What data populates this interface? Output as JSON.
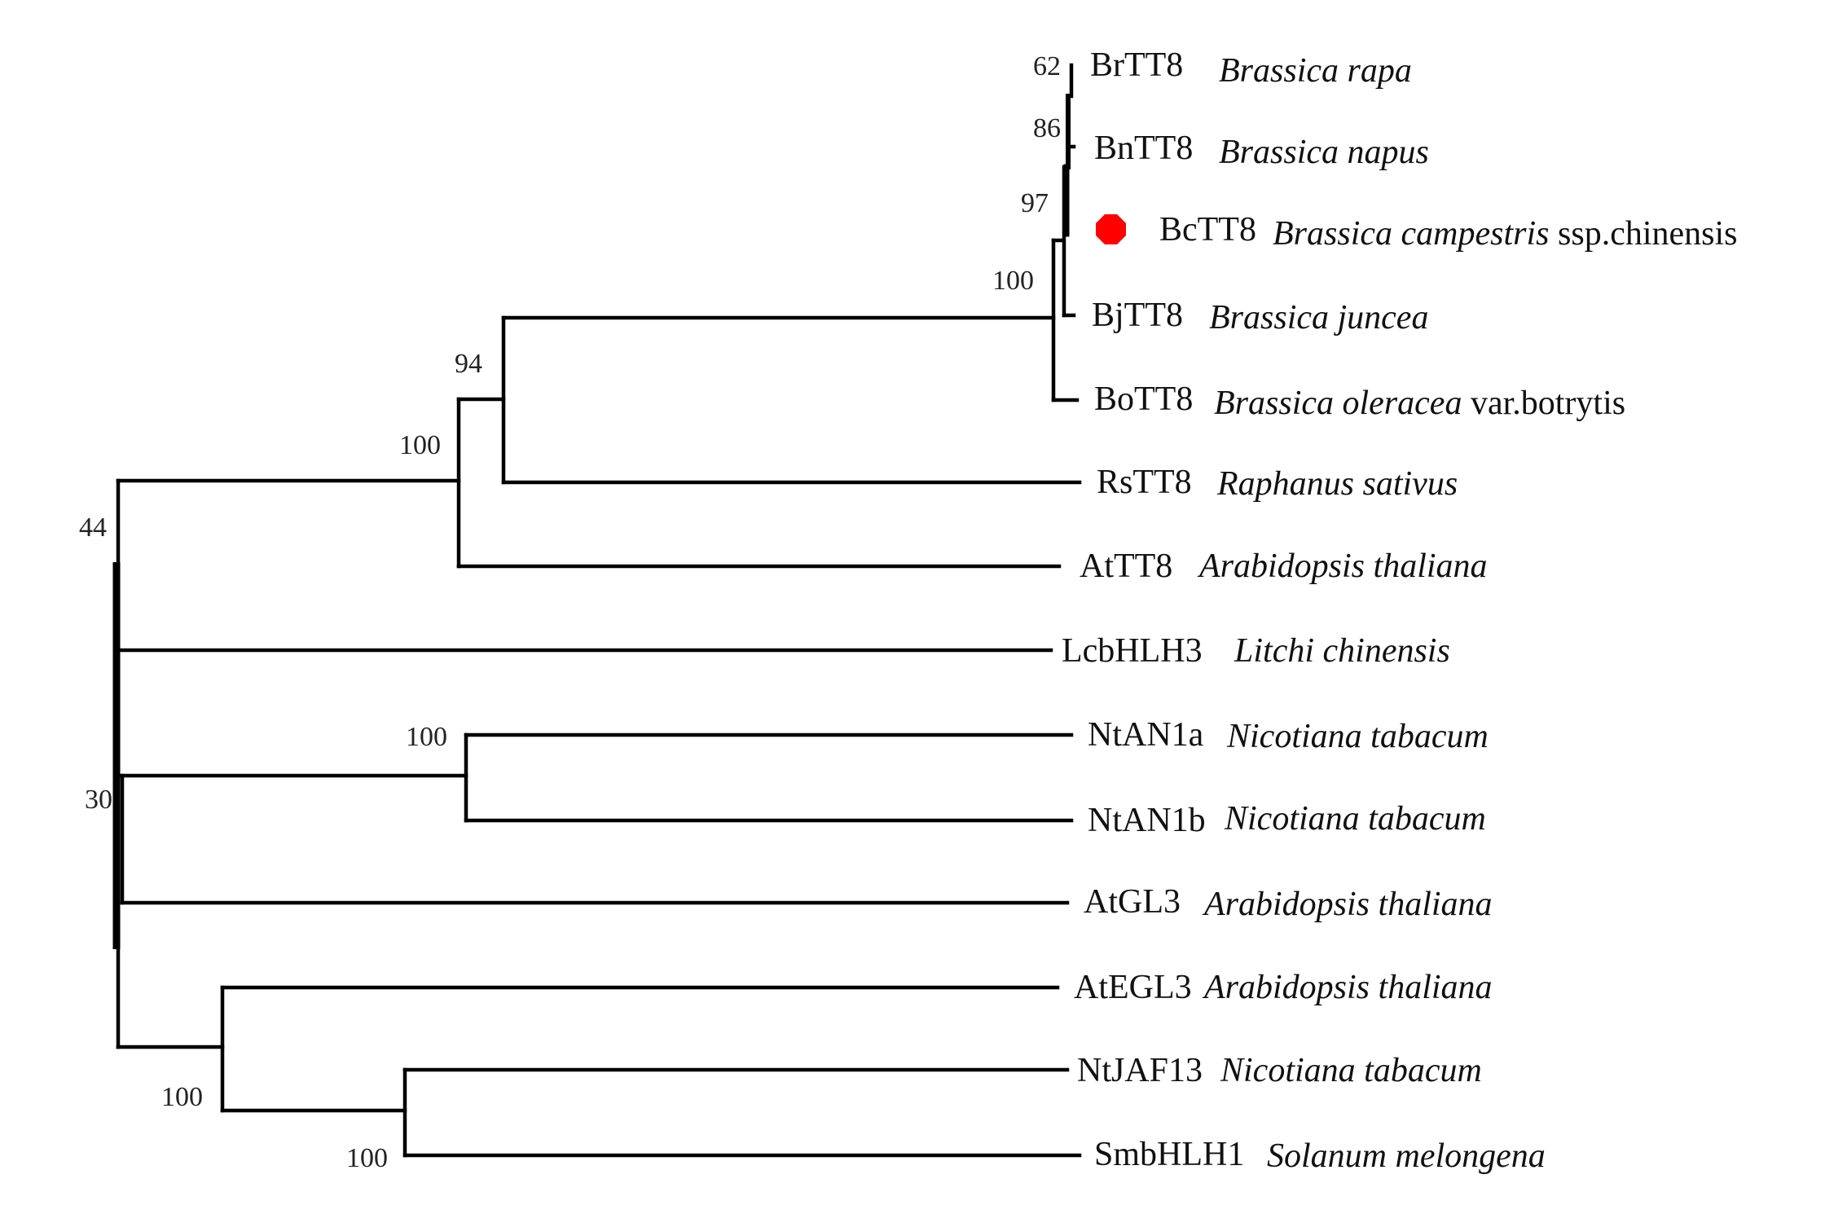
{
  "tree": {
    "taxa": [
      {
        "gene": "BrTT8",
        "species": "Brassica rapa",
        "suffix": ""
      },
      {
        "gene": "BnTT8",
        "species": "Brassica napus",
        "suffix": ""
      },
      {
        "gene": "BcTT8",
        "species": "Brassica campestris",
        "suffix": " ssp.chinensis",
        "marker": "red"
      },
      {
        "gene": "BjTT8",
        "species": "Brassica juncea",
        "suffix": ""
      },
      {
        "gene": "BoTT8",
        "species": "Brassica oleracea",
        "suffix": " var.botrytis"
      },
      {
        "gene": "RsTT8",
        "species": "Raphanus sativus",
        "suffix": ""
      },
      {
        "gene": "AtTT8",
        "species": "Arabidopsis thaliana",
        "suffix": ""
      },
      {
        "gene": "LcbHLH3",
        "species": "Litchi chinensis",
        "suffix": ""
      },
      {
        "gene": "NtAN1a",
        "species": "Nicotiana tabacum",
        "suffix": ""
      },
      {
        "gene": "NtAN1b",
        "species": "Nicotiana tabacum",
        "suffix": ""
      },
      {
        "gene": "AtGL3",
        "species": "Arabidopsis thaliana",
        "suffix": ""
      },
      {
        "gene": "AtEGL3",
        "species": "Arabidopsis thaliana",
        "suffix": ""
      },
      {
        "gene": "NtJAF13",
        "species": "Nicotiana tabacum",
        "suffix": ""
      },
      {
        "gene": "SmbHLH1",
        "species": "Solanum melongena",
        "suffix": ""
      }
    ],
    "bootstrap": [
      "62",
      "86",
      "97",
      "100",
      "94",
      "100",
      "44",
      "100",
      "30",
      "100",
      "100"
    ],
    "marker_color": "#ff0000"
  }
}
